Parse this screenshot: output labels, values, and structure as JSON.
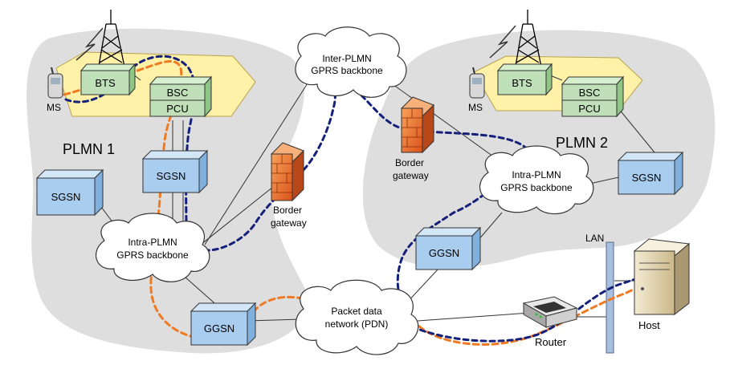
{
  "regions": {
    "plmn1": "PLMN 1",
    "plmn2": "PLMN 2"
  },
  "clouds": {
    "inter_plmn": [
      "Inter-PLMN",
      "GPRS backbone"
    ],
    "intra_plmn1": [
      "Intra-PLMN",
      "GPRS backbone"
    ],
    "intra_plmn2": [
      "Intra-PLMN",
      "GPRS backbone"
    ],
    "pdn": [
      "Packet data",
      "network (PDN)"
    ]
  },
  "nodes": {
    "bts": "BTS",
    "bsc": "BSC",
    "pcu": "PCU",
    "ms": "MS",
    "sgsn": "SGSN",
    "ggsn": "GGSN"
  },
  "labels": {
    "border_gateway_1": [
      "Border",
      "gateway"
    ],
    "border_gateway_2": [
      "Border",
      "gateway"
    ],
    "lan": "LAN",
    "router": "Router",
    "host": "Host"
  },
  "colors": {
    "region_fill": "#dedede",
    "cell_fill": "#fff1a8",
    "box_fill": "#bfe0b8",
    "blue_box": "#a9cdef",
    "firewall": "#ef7b2b",
    "blue_dash": "#14207a",
    "orange_dash": "#f07a22",
    "lan_bar": "#a8bfe0"
  }
}
